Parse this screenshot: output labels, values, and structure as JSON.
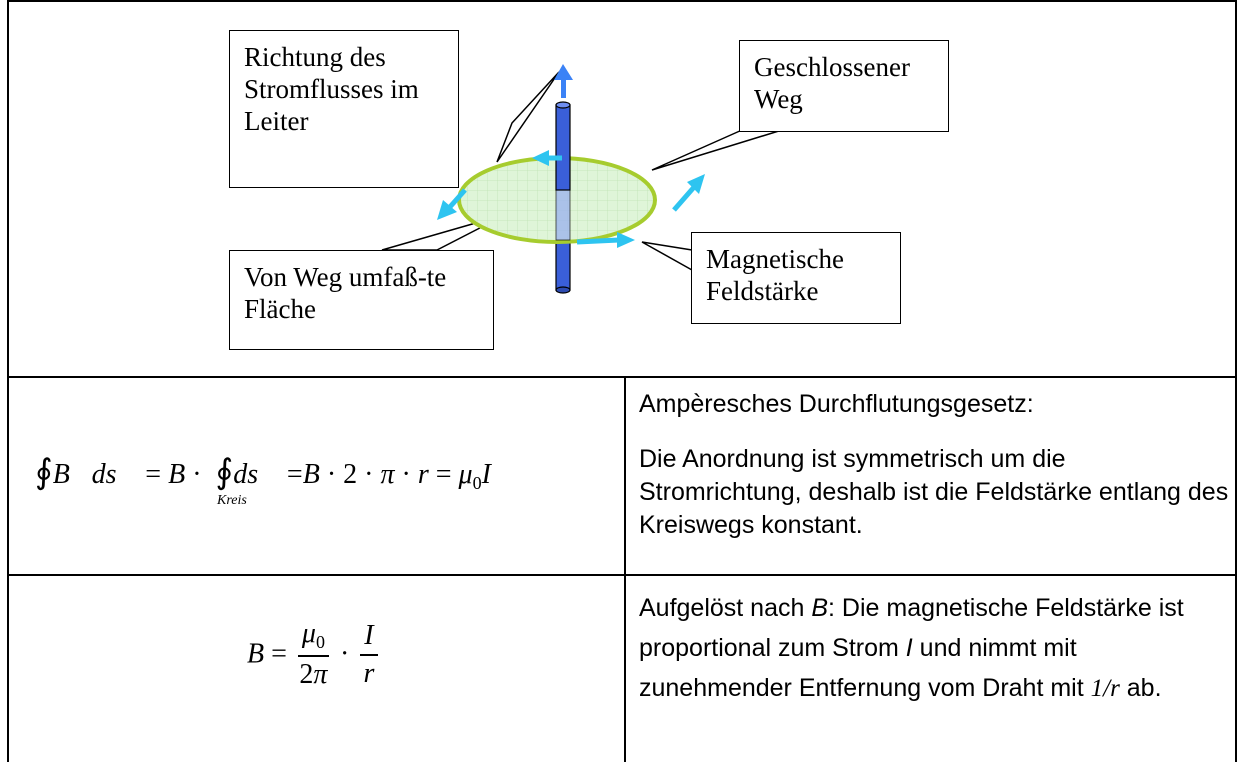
{
  "diagram": {
    "callouts": {
      "current_direction": "Richtung des Stromflusses im Leiter",
      "closed_path": "Geschlossener Weg",
      "enclosed_area": "Von Weg umfaß-te Fläche",
      "field_strength": "Magnetische Feldstärke"
    }
  },
  "row1": {
    "integral_label": "Kreis",
    "heading": "Ampèresches Durchflutungsgesetz:",
    "body": "Die Anordnung ist symmetrisch um die Stromrichtung, deshalb ist die Feldstärke entlang des Kreiswegs konstant."
  },
  "row2": {
    "text_before_B": "Aufgelöst nach ",
    "var_B": "B",
    "text_after_B": ": Die magnetische Feldstärke ist proportional zum Strom ",
    "var_I": "I",
    "text_after_I": " und nimmt mit zunehmender Entfernung vom Draht mit ",
    "one_over_r": "1/r",
    "text_end": " ab."
  },
  "colors": {
    "wire": "#3a5fd9",
    "wire_arrow": "#3b82f6",
    "field_arrow": "#2ec4f0",
    "loop": "#a6cc2e",
    "loop_fill": "#dff5d8"
  }
}
